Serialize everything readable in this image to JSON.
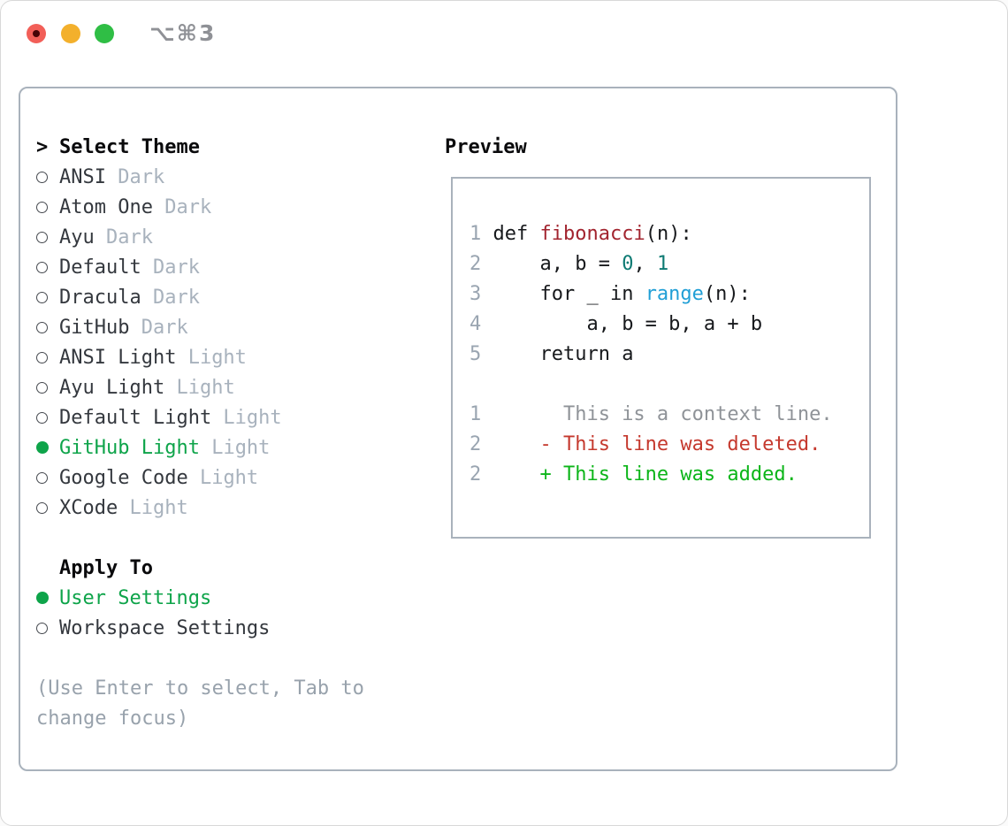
{
  "window": {
    "title": "⌥⌘3",
    "traffic_lights": [
      "close",
      "minimize",
      "zoom"
    ]
  },
  "theme_panel": {
    "header": {
      "prompt": ">",
      "label": "Select Theme"
    },
    "themes": [
      {
        "name": "ANSI",
        "variant": "Dark",
        "selected": false
      },
      {
        "name": "Atom One",
        "variant": "Dark",
        "selected": false
      },
      {
        "name": "Ayu",
        "variant": "Dark",
        "selected": false
      },
      {
        "name": "Default",
        "variant": "Dark",
        "selected": false
      },
      {
        "name": "Dracula",
        "variant": "Dark",
        "selected": false
      },
      {
        "name": "GitHub",
        "variant": "Dark",
        "selected": false
      },
      {
        "name": "ANSI Light",
        "variant": "Light",
        "selected": false
      },
      {
        "name": "Ayu Light",
        "variant": "Light",
        "selected": false
      },
      {
        "name": "Default Light",
        "variant": "Light",
        "selected": false
      },
      {
        "name": "GitHub Light",
        "variant": "Light",
        "selected": true
      },
      {
        "name": "Google Code",
        "variant": "Light",
        "selected": false
      },
      {
        "name": "XCode",
        "variant": "Light",
        "selected": false
      }
    ],
    "apply_to": {
      "label": "Apply To",
      "options": [
        {
          "label": "User Settings",
          "selected": true
        },
        {
          "label": "Workspace Settings",
          "selected": false
        }
      ]
    },
    "hint_lines": [
      "(Use Enter to select, Tab to",
      "change focus)"
    ]
  },
  "preview": {
    "label": "Preview",
    "lines": [
      {
        "num": "1",
        "kind": "code",
        "segments": [
          [
            " def ",
            "plain"
          ],
          [
            "fibonacci",
            "fn"
          ],
          [
            "(n):",
            "plain"
          ]
        ]
      },
      {
        "num": "2",
        "kind": "code",
        "segments": [
          [
            "     a, b = ",
            "plain"
          ],
          [
            "0",
            "num"
          ],
          [
            ", ",
            "plain"
          ],
          [
            "1",
            "num"
          ]
        ]
      },
      {
        "num": "3",
        "kind": "code",
        "segments": [
          [
            "     for _ in ",
            "plain"
          ],
          [
            "range",
            "call"
          ],
          [
            "(n):",
            "plain"
          ]
        ]
      },
      {
        "num": "4",
        "kind": "code",
        "segments": [
          [
            "         a, b = b, a + b",
            "plain"
          ]
        ]
      },
      {
        "num": "5",
        "kind": "code",
        "segments": [
          [
            "     return a",
            "plain"
          ]
        ]
      },
      {
        "num": "",
        "kind": "blank",
        "segments": []
      },
      {
        "num": "1",
        "kind": "context",
        "segments": [
          [
            "       This is a context line.",
            "ctx"
          ]
        ]
      },
      {
        "num": "2",
        "kind": "deleted",
        "segments": [
          [
            "     - This line was deleted.",
            "del"
          ]
        ]
      },
      {
        "num": "2",
        "kind": "added",
        "segments": [
          [
            "     + This line was added.",
            "add"
          ]
        ]
      }
    ]
  },
  "colors": {
    "accent_green": "#0ea44a",
    "added_green": "#0cb519",
    "deleted_red": "#c5392e",
    "context_gray": "#8f9398",
    "function_red": "#a2242f",
    "number_teal": "#0d7a73",
    "builtin_blue": "#219fd6",
    "code_text": "#17191c",
    "list_text": "#34383e",
    "variant_muted": "#a8b2bd",
    "hint_gray": "#98a2ac",
    "panel_border": "#a9b2bc",
    "line_number": "#9aa5b1",
    "title_gray": "#8f9196",
    "header_text": "#0a0a0c",
    "circle_ring": "#45494f",
    "traffic_red": "#f25f58",
    "traffic_red_dot": "#470406",
    "traffic_yellow": "#f3b02c",
    "traffic_green": "#2fbe45"
  }
}
